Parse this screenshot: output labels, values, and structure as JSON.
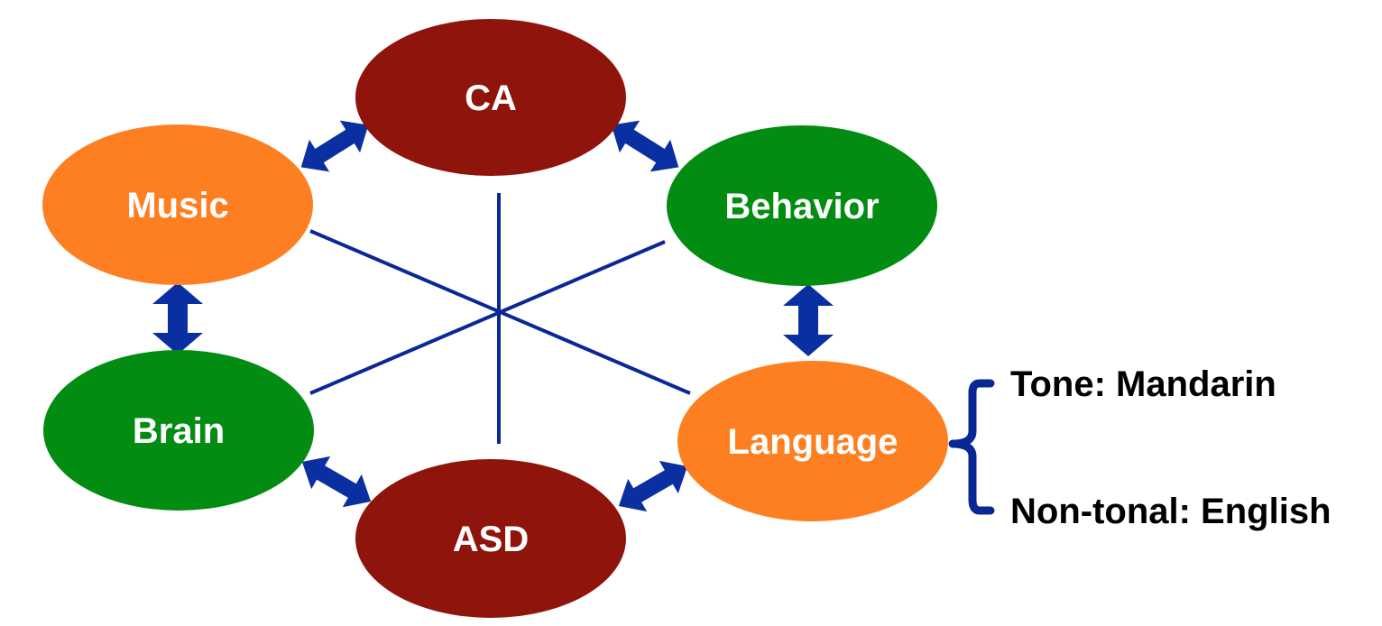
{
  "colors": {
    "red_node": "#8f140b",
    "orange_node": "#fd7f22",
    "green_node": "#028c12",
    "connector": "#0b2796",
    "arrow": "#0a2fa0",
    "brace": "#0b2796",
    "node_text": "#ffffff",
    "side_text": "#000000"
  },
  "nodes": {
    "ca": {
      "label": "CA"
    },
    "music": {
      "label": "Music"
    },
    "behavior": {
      "label": "Behavior"
    },
    "brain": {
      "label": "Brain"
    },
    "language": {
      "label": "Language"
    },
    "asd": {
      "label": "ASD"
    }
  },
  "language_branches": {
    "tone": "Tone: Mandarin",
    "non_tonal": "Non-tonal: English"
  }
}
